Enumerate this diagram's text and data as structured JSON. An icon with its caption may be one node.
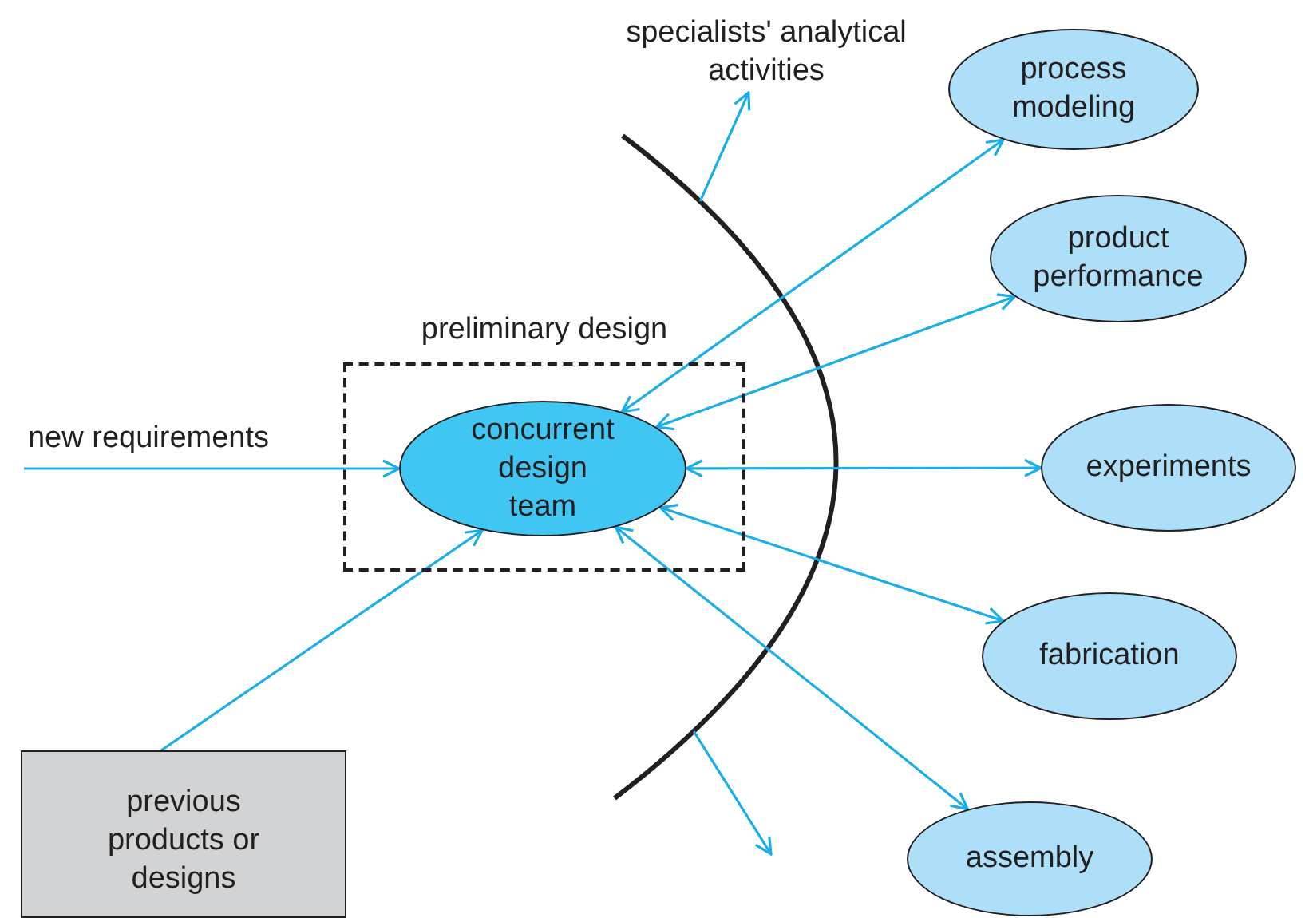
{
  "diagram": {
    "nodes": [
      {
        "text": [
          "preliminary design"
        ]
      },
      {
        "text": [
          "concurrent design team"
        ],
        "in": 0
      },
      {
        "text": [
          "new requirements"
        ]
      },
      {
        "text": [
          "previous products or designs"
        ]
      },
      {
        "text": [
          "specialists' analytical activities"
        ]
      },
      {
        "text": [
          "process modeling"
        ]
      },
      {
        "text": [
          "product performance"
        ]
      },
      {
        "text": [
          "experiments"
        ]
      },
      {
        "text": [
          "fabrication"
        ]
      },
      {
        "text": [
          "assembly"
        ]
      }
    ],
    "edges": [
      {
        "from": 2,
        "to": 1,
        "arrow": "to"
      },
      {
        "from": 3,
        "to": 1,
        "arrow": "to"
      },
      {
        "from": null,
        "to": 4,
        "arrow": "to"
      },
      {
        "from": 1,
        "to": 5,
        "arrow": "both"
      },
      {
        "from": 1,
        "to": 6,
        "arrow": "both"
      },
      {
        "from": 1,
        "to": 7,
        "arrow": "both"
      },
      {
        "from": 1,
        "to": 8,
        "arrow": "both"
      },
      {
        "from": 1,
        "to": 9,
        "arrow": "both"
      }
    ]
  }
}
